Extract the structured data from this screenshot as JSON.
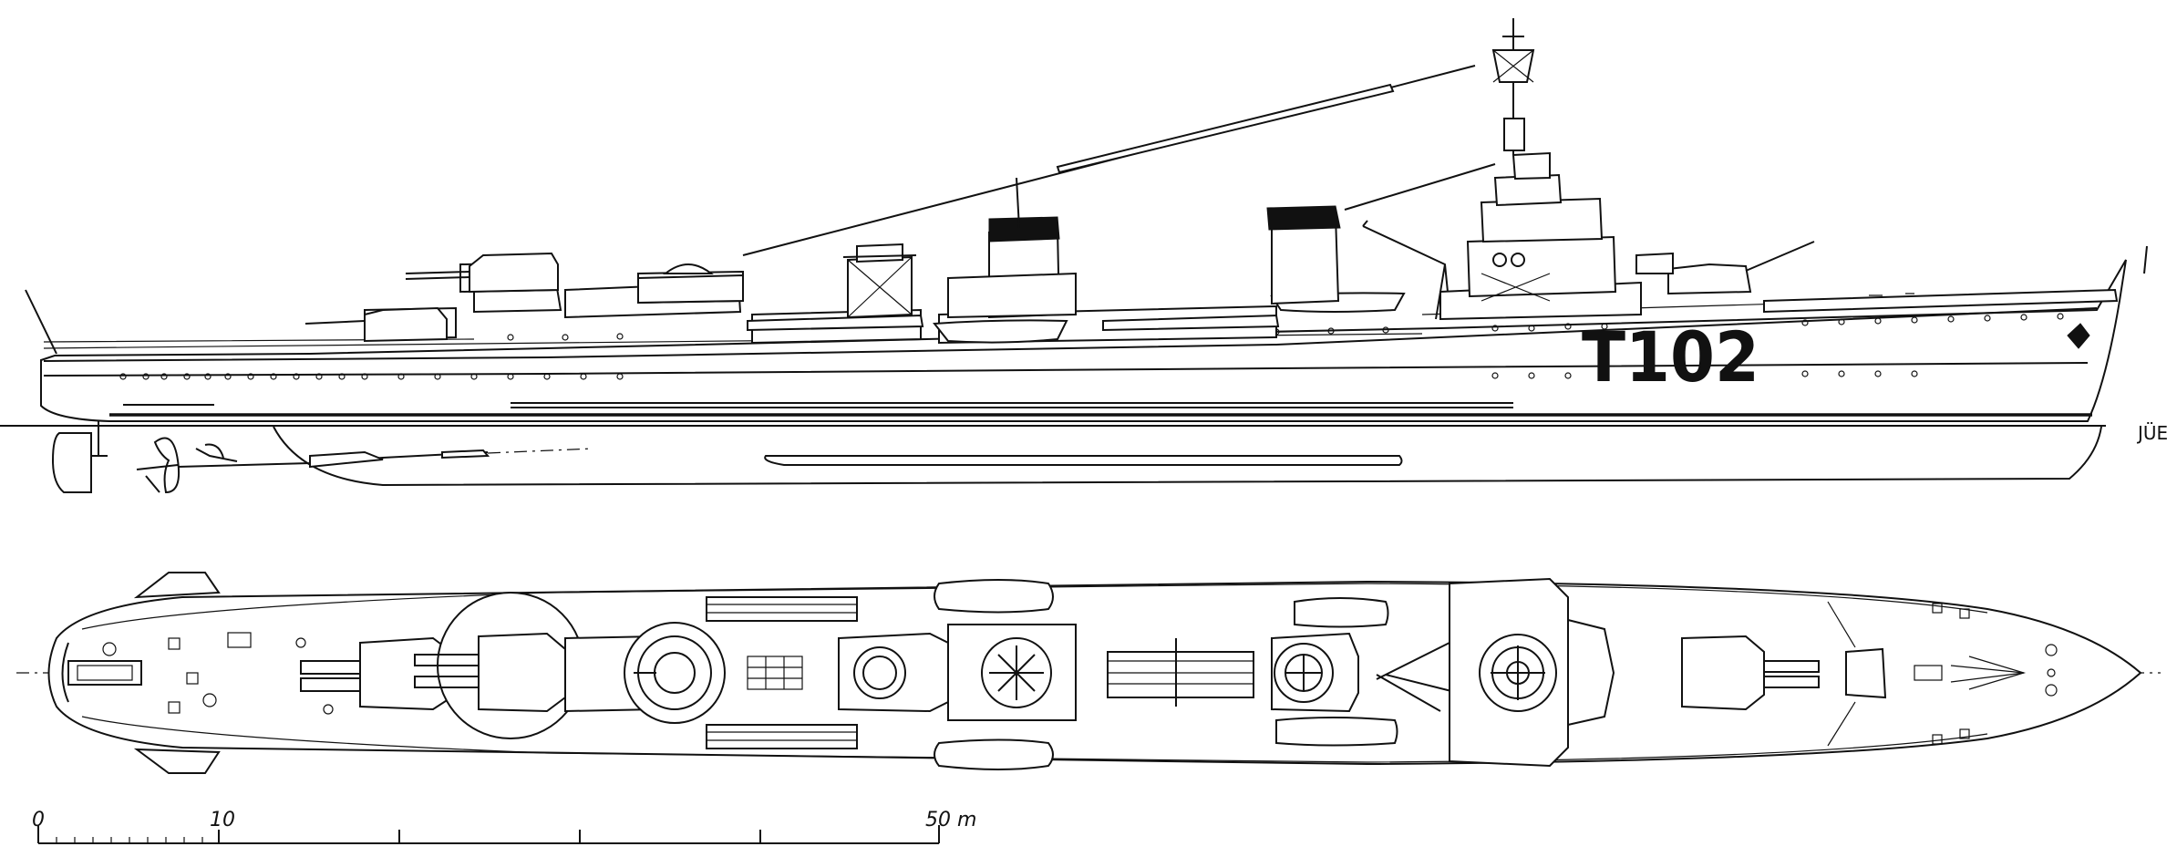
{
  "drawing": {
    "hull_number": "T102",
    "waterline_label": "JÜE",
    "scale": {
      "unit": "m",
      "labels": [
        "0",
        "10",
        "50 m"
      ]
    }
  }
}
